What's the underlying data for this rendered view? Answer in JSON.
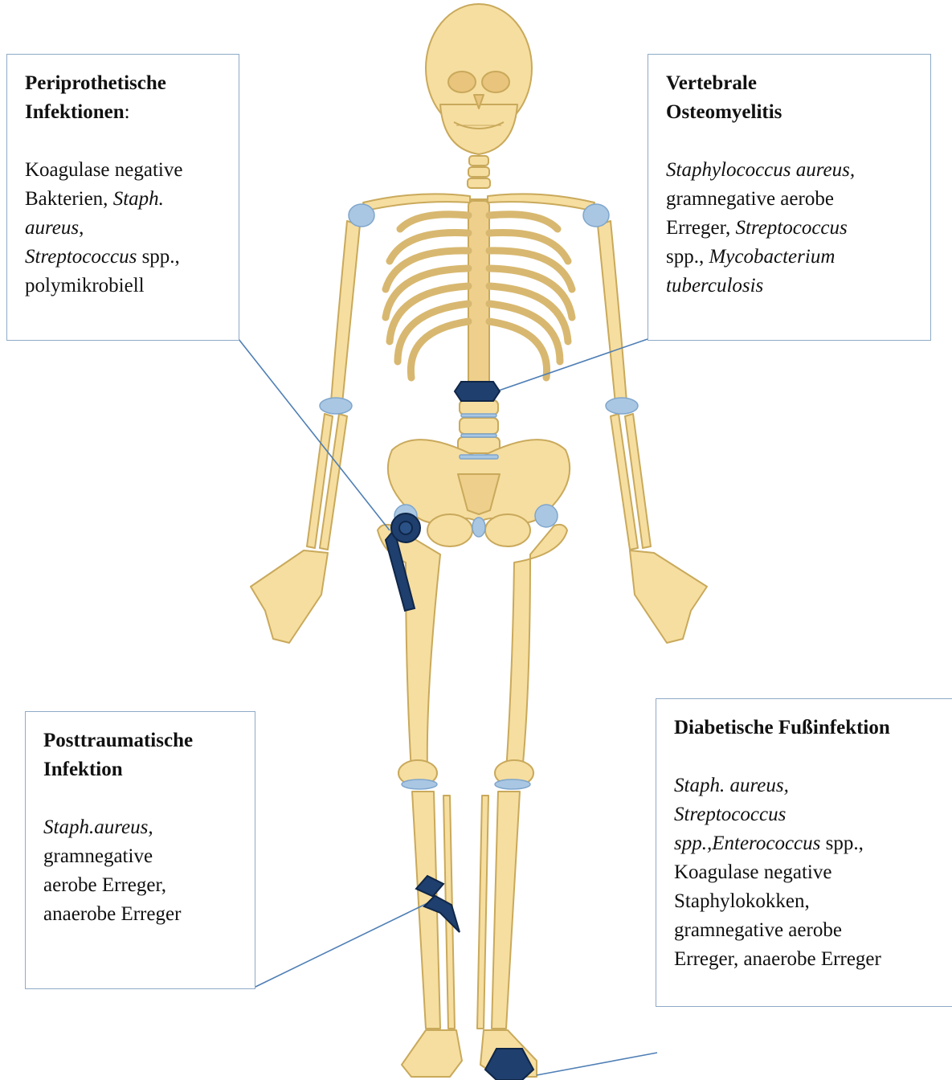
{
  "colors": {
    "bone": "#f6dea0",
    "bone_stroke": "#c9a95b",
    "cartilage": "#a9c7e3",
    "marker": "#1f3f6e",
    "leader_line": "#4f7fb5",
    "box_border": "#8eaac7"
  },
  "boxes": {
    "periprosthetic": {
      "title_line1": "Periprothetische",
      "title_line2": "Infektionen",
      "title_suffix": ":",
      "b1": "Koagulase negative",
      "b2a": "Bakterien, ",
      "b2b": "Staph.",
      "b3a": "aureus",
      "b3b": ",",
      "b4a": "Streptococcus",
      "b4b": " spp.,",
      "b5": "polymikrobiell"
    },
    "vertebral": {
      "title_line1": "Vertebrale",
      "title_line2": "Osteomyelitis",
      "b1": "Staphylococcus aureus,",
      "b2": "gramnegative aerobe",
      "b3a": "Erreger, ",
      "b3b": "Streptococcus",
      "b4a": "spp., ",
      "b4b": "Mycobacterium",
      "b5": "tuberculosis"
    },
    "posttraumatic": {
      "title_line1": "Posttraumatische",
      "title_line2": "Infektion",
      "b1": "Staph.aureus,",
      "b2": "gramnegative",
      "b3": "aerobe Erreger,",
      "b4": "anaerobe Erreger"
    },
    "diabetic_foot": {
      "title_line1": "Diabetische Fußinfektion",
      "b1": "Staph. aureus,",
      "b2": "Streptococcus",
      "b3a": "spp.,Enterococcus",
      "b3b": " spp.,",
      "b4": "Koagulase negative",
      "b5": "Staphylokokken,",
      "b6": "gramnegative aerobe",
      "b7": "Erreger, anaerobe Erreger"
    }
  },
  "markers": [
    {
      "name": "vertebra-marker-icon"
    },
    {
      "name": "hip-prosthesis-icon"
    },
    {
      "name": "fracture-lightning-icon"
    },
    {
      "name": "foot-marker-icon"
    }
  ]
}
